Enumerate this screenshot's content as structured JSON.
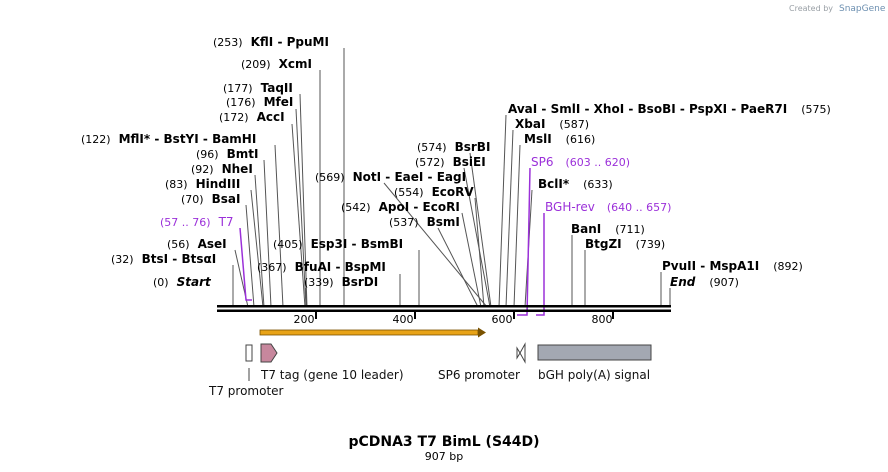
{
  "branding": {
    "created_by": "Created by",
    "logo": "SnapGene"
  },
  "title": "pCDNA3 T7 BimL (S44D)",
  "subtitle": "907 bp",
  "ruler_ticks": [
    "200",
    "400",
    "600",
    "800"
  ],
  "enzymes": [
    {
      "pos": "(253)",
      "names": [
        "KflI",
        "PpuMI"
      ]
    },
    {
      "pos": "(209)",
      "names": [
        "XcmI"
      ]
    },
    {
      "pos": "(177)",
      "names": [
        "TaqII"
      ]
    },
    {
      "pos": "(176)",
      "names": [
        "MfeI"
      ]
    },
    {
      "pos": "(172)",
      "names": [
        "AccI"
      ]
    },
    {
      "pos": "(122)",
      "names": [
        "MflI",
        "BstYI",
        "BamHI"
      ],
      "star": "*"
    },
    {
      "pos": "(96)",
      "names": [
        "BmtI"
      ]
    },
    {
      "pos": "(92)",
      "names": [
        "NheI"
      ]
    },
    {
      "pos": "(83)",
      "names": [
        "HindIII"
      ]
    },
    {
      "pos": "(70)",
      "names": [
        "BsaI"
      ]
    },
    {
      "pos": "(56)",
      "names": [
        "AseI"
      ]
    },
    {
      "pos": "(32)",
      "names": [
        "BtsI",
        "BtsαI"
      ]
    },
    {
      "pos": "(0)",
      "names": [
        "Start"
      ]
    },
    {
      "pos": "(569)",
      "names": [
        "NotI",
        "EaeI",
        "EagI"
      ]
    },
    {
      "pos": "(554)",
      "names": [
        "EcoRV"
      ]
    },
    {
      "pos": "(542)",
      "names": [
        "ApoI",
        "EcoRI"
      ]
    },
    {
      "pos": "(537)",
      "names": [
        "BsmI"
      ]
    },
    {
      "pos": "(574)",
      "names": [
        "BsrBI"
      ]
    },
    {
      "pos": "(572)",
      "names": [
        "BsiEI"
      ]
    },
    {
      "pos": "(405)",
      "names": [
        "Esp3I",
        "BsmBI"
      ]
    },
    {
      "pos": "(367)",
      "names": [
        "BfuAI",
        "BspMI"
      ]
    },
    {
      "pos": "(339)",
      "names": [
        "BsrDI"
      ]
    },
    {
      "pos": "(575)",
      "names": [
        "AvaI",
        "SmlI",
        "XhoI",
        "BsoBI",
        "PspXI",
        "PaeR7I"
      ]
    },
    {
      "pos": "(587)",
      "names": [
        "XbaI"
      ]
    },
    {
      "pos": "(616)",
      "names": [
        "MslI"
      ]
    },
    {
      "pos": "(633)",
      "names": [
        "BclI"
      ],
      "star": "*"
    },
    {
      "pos": "(711)",
      "names": [
        "BanI"
      ]
    },
    {
      "pos": "(739)",
      "names": [
        "BtgZI"
      ]
    },
    {
      "pos": "(892)",
      "names": [
        "PvuII",
        "MspA1I"
      ]
    },
    {
      "pos": "(907)",
      "names": [
        "End"
      ]
    }
  ],
  "primers": [
    {
      "name": "T7",
      "range": "(57 .. 76)"
    },
    {
      "name": "SP6",
      "range": "(603 .. 620)"
    },
    {
      "name": "BGH-rev",
      "range": "(640 .. 657)"
    }
  ],
  "features": [
    {
      "name": "T7 promoter",
      "color": "#ffffff"
    },
    {
      "name": "T7 tag (gene 10 leader)",
      "color": "#c7879d"
    },
    {
      "name": "SP6 promoter",
      "color": "#ffffff"
    },
    {
      "name": "bGH poly(A) signal",
      "color": "#a3a8b2"
    }
  ],
  "orf_color": "#e8a317"
}
